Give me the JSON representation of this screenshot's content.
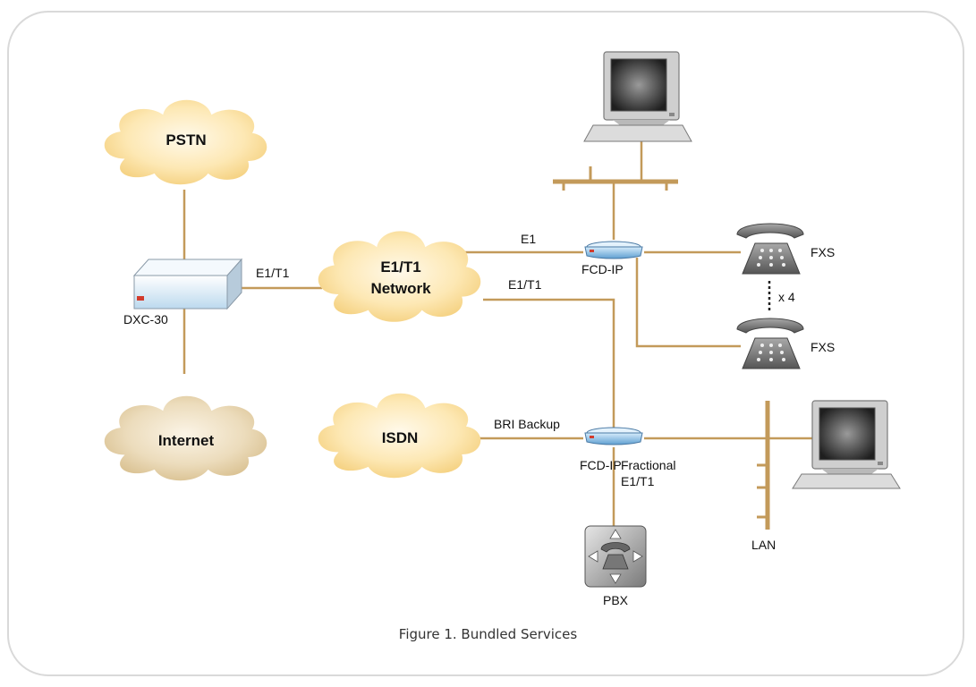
{
  "colors": {
    "link": "#c39a5a",
    "cloud_yellow": "#fbe1a0",
    "cloud_beige": "#e7d3ae",
    "router_blue": "#9fc9ea",
    "frame": "#d9d9d9"
  },
  "clouds": {
    "pstn": "PSTN",
    "internet": "Internet",
    "e1t1_line1": "E1/T1",
    "e1t1_line2": "Network",
    "isdn": "ISDN"
  },
  "devices": {
    "dxc": "DXC-30",
    "fcd_top": "FCD-IP",
    "fcd_bottom": "FCD-IP",
    "fxs_top": "FXS",
    "fxs_bottom": "FXS",
    "pbx": "PBX",
    "lan": "LAN"
  },
  "links": {
    "dxc_network": "E1/T1",
    "e1": "E1",
    "e1t1": "E1/T1",
    "bri_backup": "BRI Backup",
    "fractional_line1": "Fractional",
    "fractional_line2": "E1/T1",
    "phone_multiplier": "x 4"
  },
  "caption": "Figure 1.  Bundled Services"
}
